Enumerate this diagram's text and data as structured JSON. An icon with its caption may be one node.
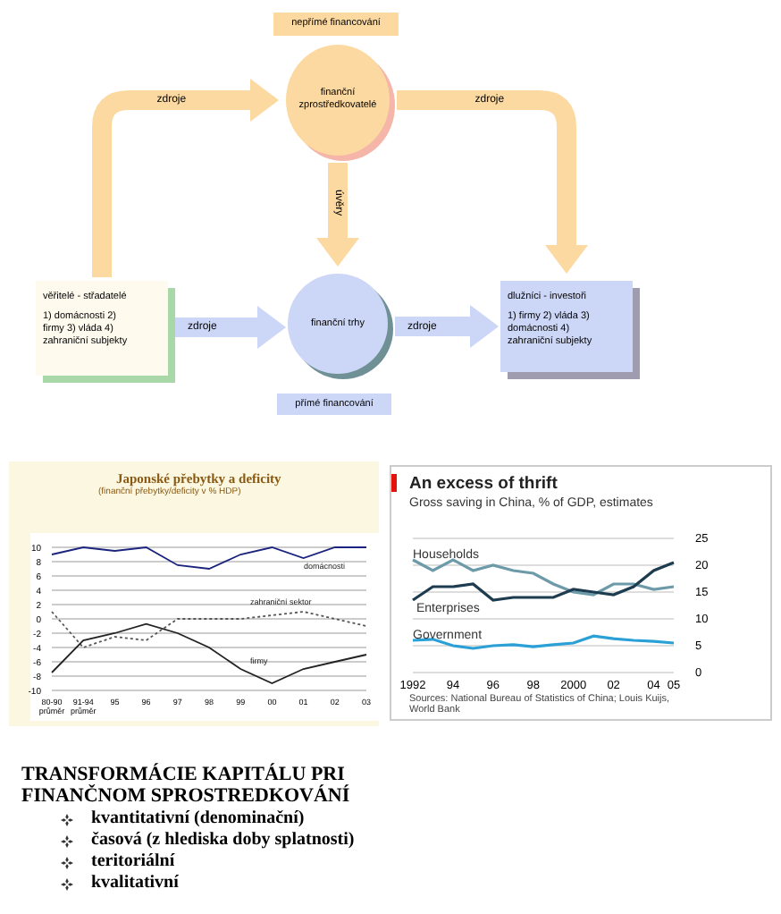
{
  "diagram": {
    "nodes": [
      {
        "text": [
          "nepřímé financování"
        ]
      },
      {
        "text": [
          "finanční zprostředkovatelé"
        ]
      },
      {
        "text": [
          "věřitelé - střadatelé",
          "1) domácnosti 2) firmy 3) vláda 4) zahraniční subjekty"
        ]
      },
      {
        "text": [
          "finanční trhy"
        ]
      },
      {
        "text": [
          "dlužníci - investoři",
          "1) firmy 2) vláda 3) domácnosti 4) zahraniční subjekty"
        ]
      },
      {
        "text": [
          "přímé financování"
        ]
      }
    ],
    "edges": [
      {
        "from": 2,
        "to": 1,
        "arrow": "to",
        "label": "zdroje"
      },
      {
        "from": 1,
        "to": 4,
        "arrow": "to",
        "label": "zdroje"
      },
      {
        "from": 1,
        "to": 3,
        "arrow": "to",
        "label": "úvěry"
      },
      {
        "from": 2,
        "to": 3,
        "arrow": "to",
        "label": "zdroje",
        "color": "#ccd6f6"
      },
      {
        "from": 3,
        "to": 4,
        "arrow": "to",
        "label": "zdroje",
        "color": "#ccd6f6"
      }
    ],
    "labels": [
      "(finanční přebytky/deficity v % HDP)",
      "Gross saving in China, % of GDP, estimates",
      "Sources: National Bureau of Statistics of China; Louis Kuijs, World Bank",
      "TRANSFORMÁCIE KAPITÁLU PRI FINANČNOM SPROSTREDKOVÁNÍ",
      "kvantitativní (denominační)",
      "časová (z hlediska doby splatnosti)",
      "teritoriální",
      "kvalitativní"
    ],
    "chart_data": [
      {
        "type": "line",
        "title": "Japonské přebytky a deficity",
        "categories": [
          "80-90 průměr",
          "91-94 průměr",
          "95",
          "96",
          "97",
          "98",
          "99",
          "00",
          "01",
          "02",
          "03"
        ],
        "ylim": [
          -10,
          10
        ],
        "grid": true,
        "yticks": [
          -10,
          -8,
          -6,
          -4,
          -2,
          0,
          2,
          4,
          6,
          8,
          10
        ],
        "series": [
          {
            "name": "domácnosti",
            "color": "#1a237e",
            "values": [
              9,
              10,
              9.5,
              10,
              7.5,
              7,
              9,
              10,
              8.5,
              10,
              10
            ]
          },
          {
            "name": "zahraniční sektor",
            "color": "#555555",
            "line_style": "dotted",
            "values": [
              1,
              -4,
              -2.5,
              -3,
              0,
              0,
              0,
              0.5,
              1,
              0,
              -1
            ]
          },
          {
            "name": "firmy",
            "color": "#222222",
            "values": [
              -7.5,
              -3,
              -2,
              -0.7,
              -2,
              -4,
              -7,
              -9,
              -7,
              -6,
              -5
            ]
          }
        ]
      },
      {
        "type": "line",
        "title": "An excess of thrift",
        "x": [
          1992,
          1993,
          1994,
          1995,
          1996,
          1997,
          1998,
          1999,
          2000,
          2001,
          2002,
          2003,
          2004,
          2005
        ],
        "xlim": [
          1992,
          2005
        ],
        "ylim": [
          0,
          25
        ],
        "grid": true,
        "yticks": [
          0,
          5,
          10,
          15,
          20,
          25
        ],
        "xticks": [
          {
            "value": 1992,
            "label": "1992"
          },
          {
            "value": 1994,
            "label": "94"
          },
          {
            "value": 1996,
            "label": "96"
          },
          {
            "value": 1998,
            "label": "98"
          },
          {
            "value": 2000,
            "label": "2000"
          },
          {
            "value": 2002,
            "label": "02"
          },
          {
            "value": 2004,
            "label": "04"
          },
          {
            "value": 2005,
            "label": "05"
          }
        ],
        "series": [
          {
            "name": "Households",
            "color": "#6d9aa8",
            "values": [
              21,
              19,
              21,
              19,
              20,
              19,
              18.5,
              16.5,
              15,
              14.5,
              16.5,
              16.5,
              15.5,
              16
            ]
          },
          {
            "name": "Enterprises",
            "color": "#1d3c50",
            "values": [
              13.5,
              16,
              16,
              16.5,
              13.5,
              14,
              14,
              14,
              15.5,
              15,
              14.5,
              16,
              19,
              20.5
            ]
          },
          {
            "name": "Government",
            "color": "#2aa0d6",
            "values": [
              6,
              6.2,
              5,
              4.5,
              5,
              5.2,
              4.8,
              5.2,
              5.5,
              6.8,
              6.3,
              6,
              5.8,
              5.5
            ]
          }
        ]
      }
    ]
  }
}
